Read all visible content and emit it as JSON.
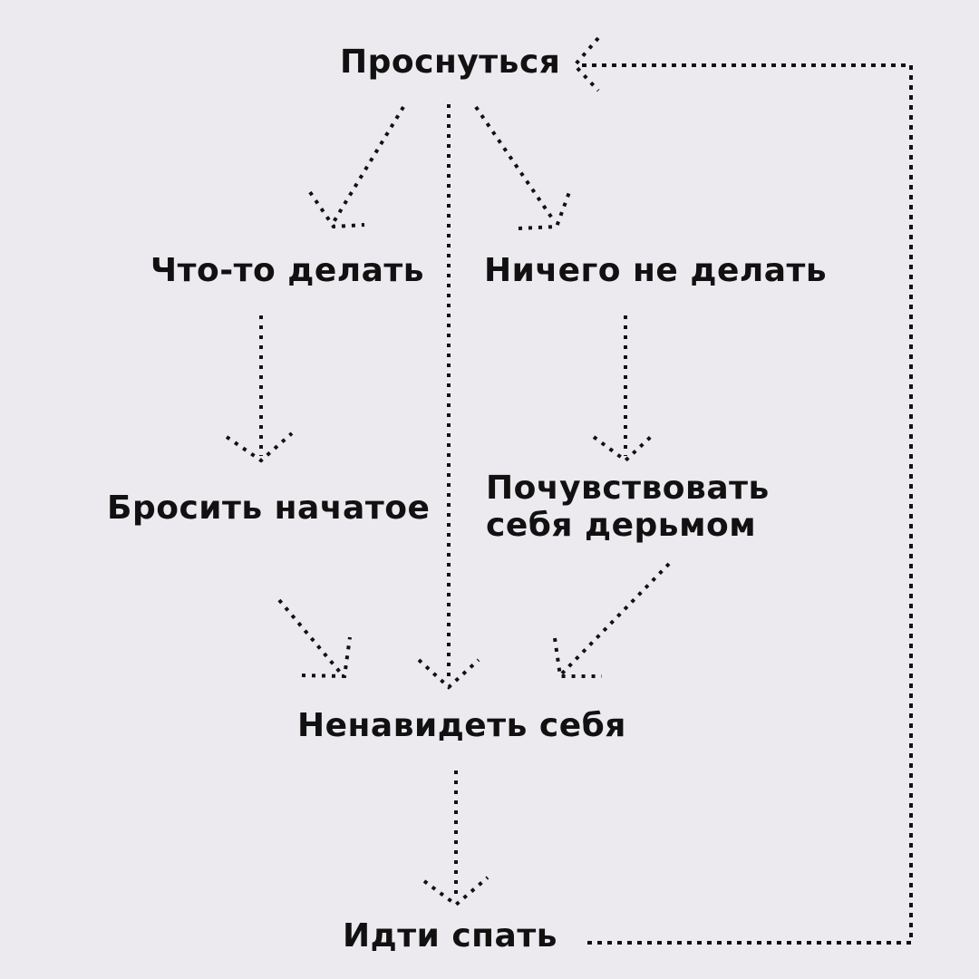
{
  "diagram": {
    "nodes": {
      "wake_up": "Проснуться",
      "do_something": "Что-то делать",
      "do_nothing": "Ничего не делать",
      "quit_started": "Бросить начатое",
      "feel_like_shit_line1": "Почувствовать",
      "feel_like_shit_line2": "себя дерьмом",
      "hate_yourself": "Ненавидеть себя",
      "go_to_sleep": "Идти спать"
    },
    "edges": [
      {
        "from": "wake_up",
        "to": "do_something"
      },
      {
        "from": "wake_up",
        "to": "hate_yourself"
      },
      {
        "from": "wake_up",
        "to": "do_nothing"
      },
      {
        "from": "do_something",
        "to": "quit_started"
      },
      {
        "from": "do_nothing",
        "to": "feel_like_shit"
      },
      {
        "from": "quit_started",
        "to": "hate_yourself"
      },
      {
        "from": "feel_like_shit",
        "to": "hate_yourself"
      },
      {
        "from": "hate_yourself",
        "to": "go_to_sleep"
      },
      {
        "from": "go_to_sleep",
        "to": "wake_up"
      }
    ],
    "colors": {
      "background": "#eceaef",
      "ink": "#111111"
    }
  }
}
